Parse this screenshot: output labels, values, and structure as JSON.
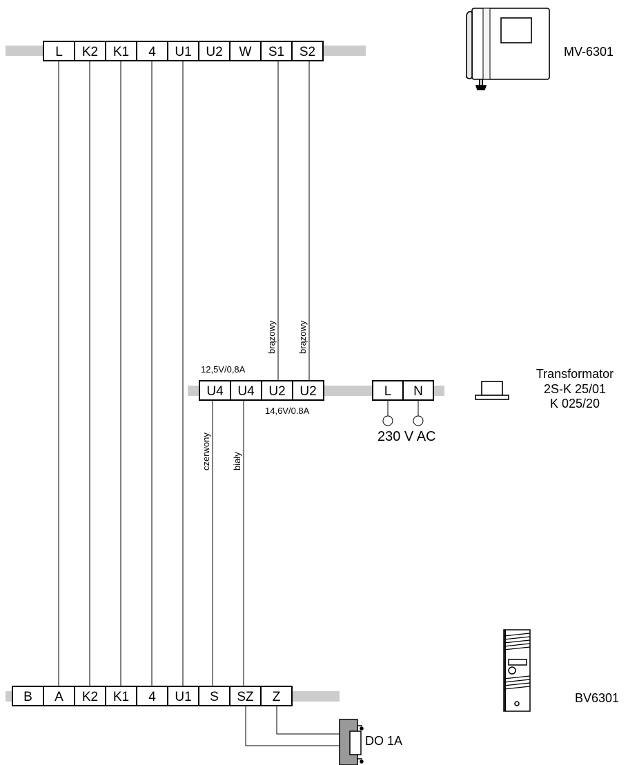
{
  "top_block": {
    "device_label": "MV-6301",
    "terminals": [
      "L",
      "K2",
      "K1",
      "4",
      "U1",
      "U2",
      "W",
      "S1",
      "S2"
    ]
  },
  "transformer": {
    "title_lines": [
      "Transformator",
      "2S-K 25/01",
      "K 025/20"
    ],
    "terminals": [
      "U4",
      "U4",
      "U2",
      "U2"
    ],
    "label_above": "12,5V/0,8A",
    "label_below": "14,6V/0.8A",
    "wire_labels": {
      "brown_1": "brązowy",
      "brown_2": "brązowy",
      "red": "czerwony",
      "white": "biały"
    }
  },
  "mains": {
    "terminals": [
      "L",
      "N"
    ],
    "label": "230 V AC"
  },
  "bottom_block": {
    "device_label": "BV6301",
    "terminals": [
      "B",
      "A",
      "K2",
      "K1",
      "4",
      "U1",
      "S",
      "SZ",
      "Z"
    ]
  },
  "lock": {
    "label": "DO 1A"
  }
}
